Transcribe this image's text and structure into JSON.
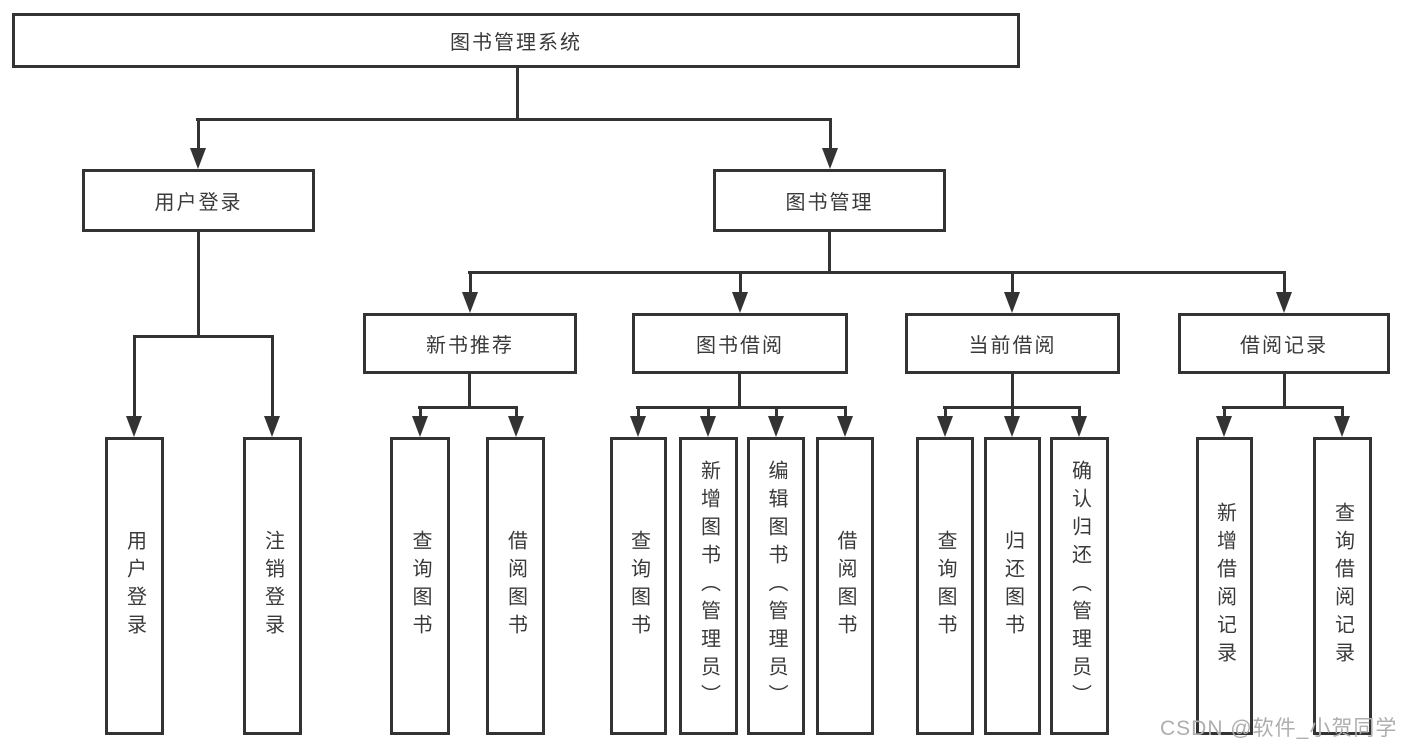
{
  "tree": {
    "root": {
      "label": "图书管理系统"
    },
    "l2": [
      {
        "label": "用户登录",
        "children": [
          {
            "label": "用户登录"
          },
          {
            "label": "注销登录"
          }
        ]
      },
      {
        "label": "图书管理",
        "children": [
          {
            "label": "新书推荐",
            "children": [
              {
                "label": "查询图书"
              },
              {
                "label": "借阅图书"
              }
            ]
          },
          {
            "label": "图书借阅",
            "children": [
              {
                "label": "查询图书"
              },
              {
                "label": "新增图书（管理员）"
              },
              {
                "label": "编辑图书（管理员）"
              },
              {
                "label": "借阅图书"
              }
            ]
          },
          {
            "label": "当前借阅",
            "children": [
              {
                "label": "查询图书"
              },
              {
                "label": "归还图书"
              },
              {
                "label": "确认归还（管理员）"
              }
            ]
          },
          {
            "label": "借阅记录",
            "children": [
              {
                "label": "新增借阅记录"
              },
              {
                "label": "查询借阅记录"
              }
            ]
          }
        ]
      }
    ]
  },
  "watermark": {
    "text": "CSDN @软件_小贺同学"
  },
  "colors": {
    "line": "#333333",
    "box_background": "#ffffff",
    "text": "#3a3a3a",
    "watermark_text": "#aeaeae"
  }
}
